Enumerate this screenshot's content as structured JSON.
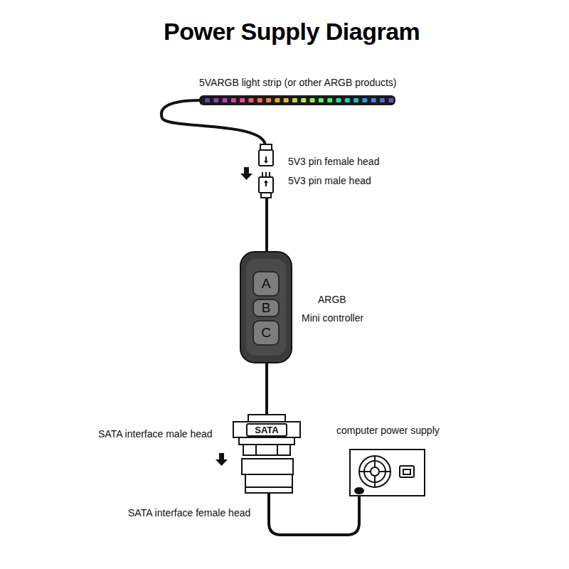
{
  "diagram": {
    "title": "Power Supply Diagram",
    "nodes": [
      {
        "text": [
          "A"
        ]
      },
      {
        "text": [
          "B"
        ]
      },
      {
        "text": [
          "C"
        ]
      },
      {
        "text": [
          "SATA"
        ]
      }
    ],
    "labels": [
      "5VARGB light strip (or other ARGB products)",
      "5V3 pin female head",
      "5V3 pin male head",
      "ARGB",
      "Mini controller",
      "SATA interface male head",
      "computer power supply",
      "SATA interface female head"
    ]
  }
}
